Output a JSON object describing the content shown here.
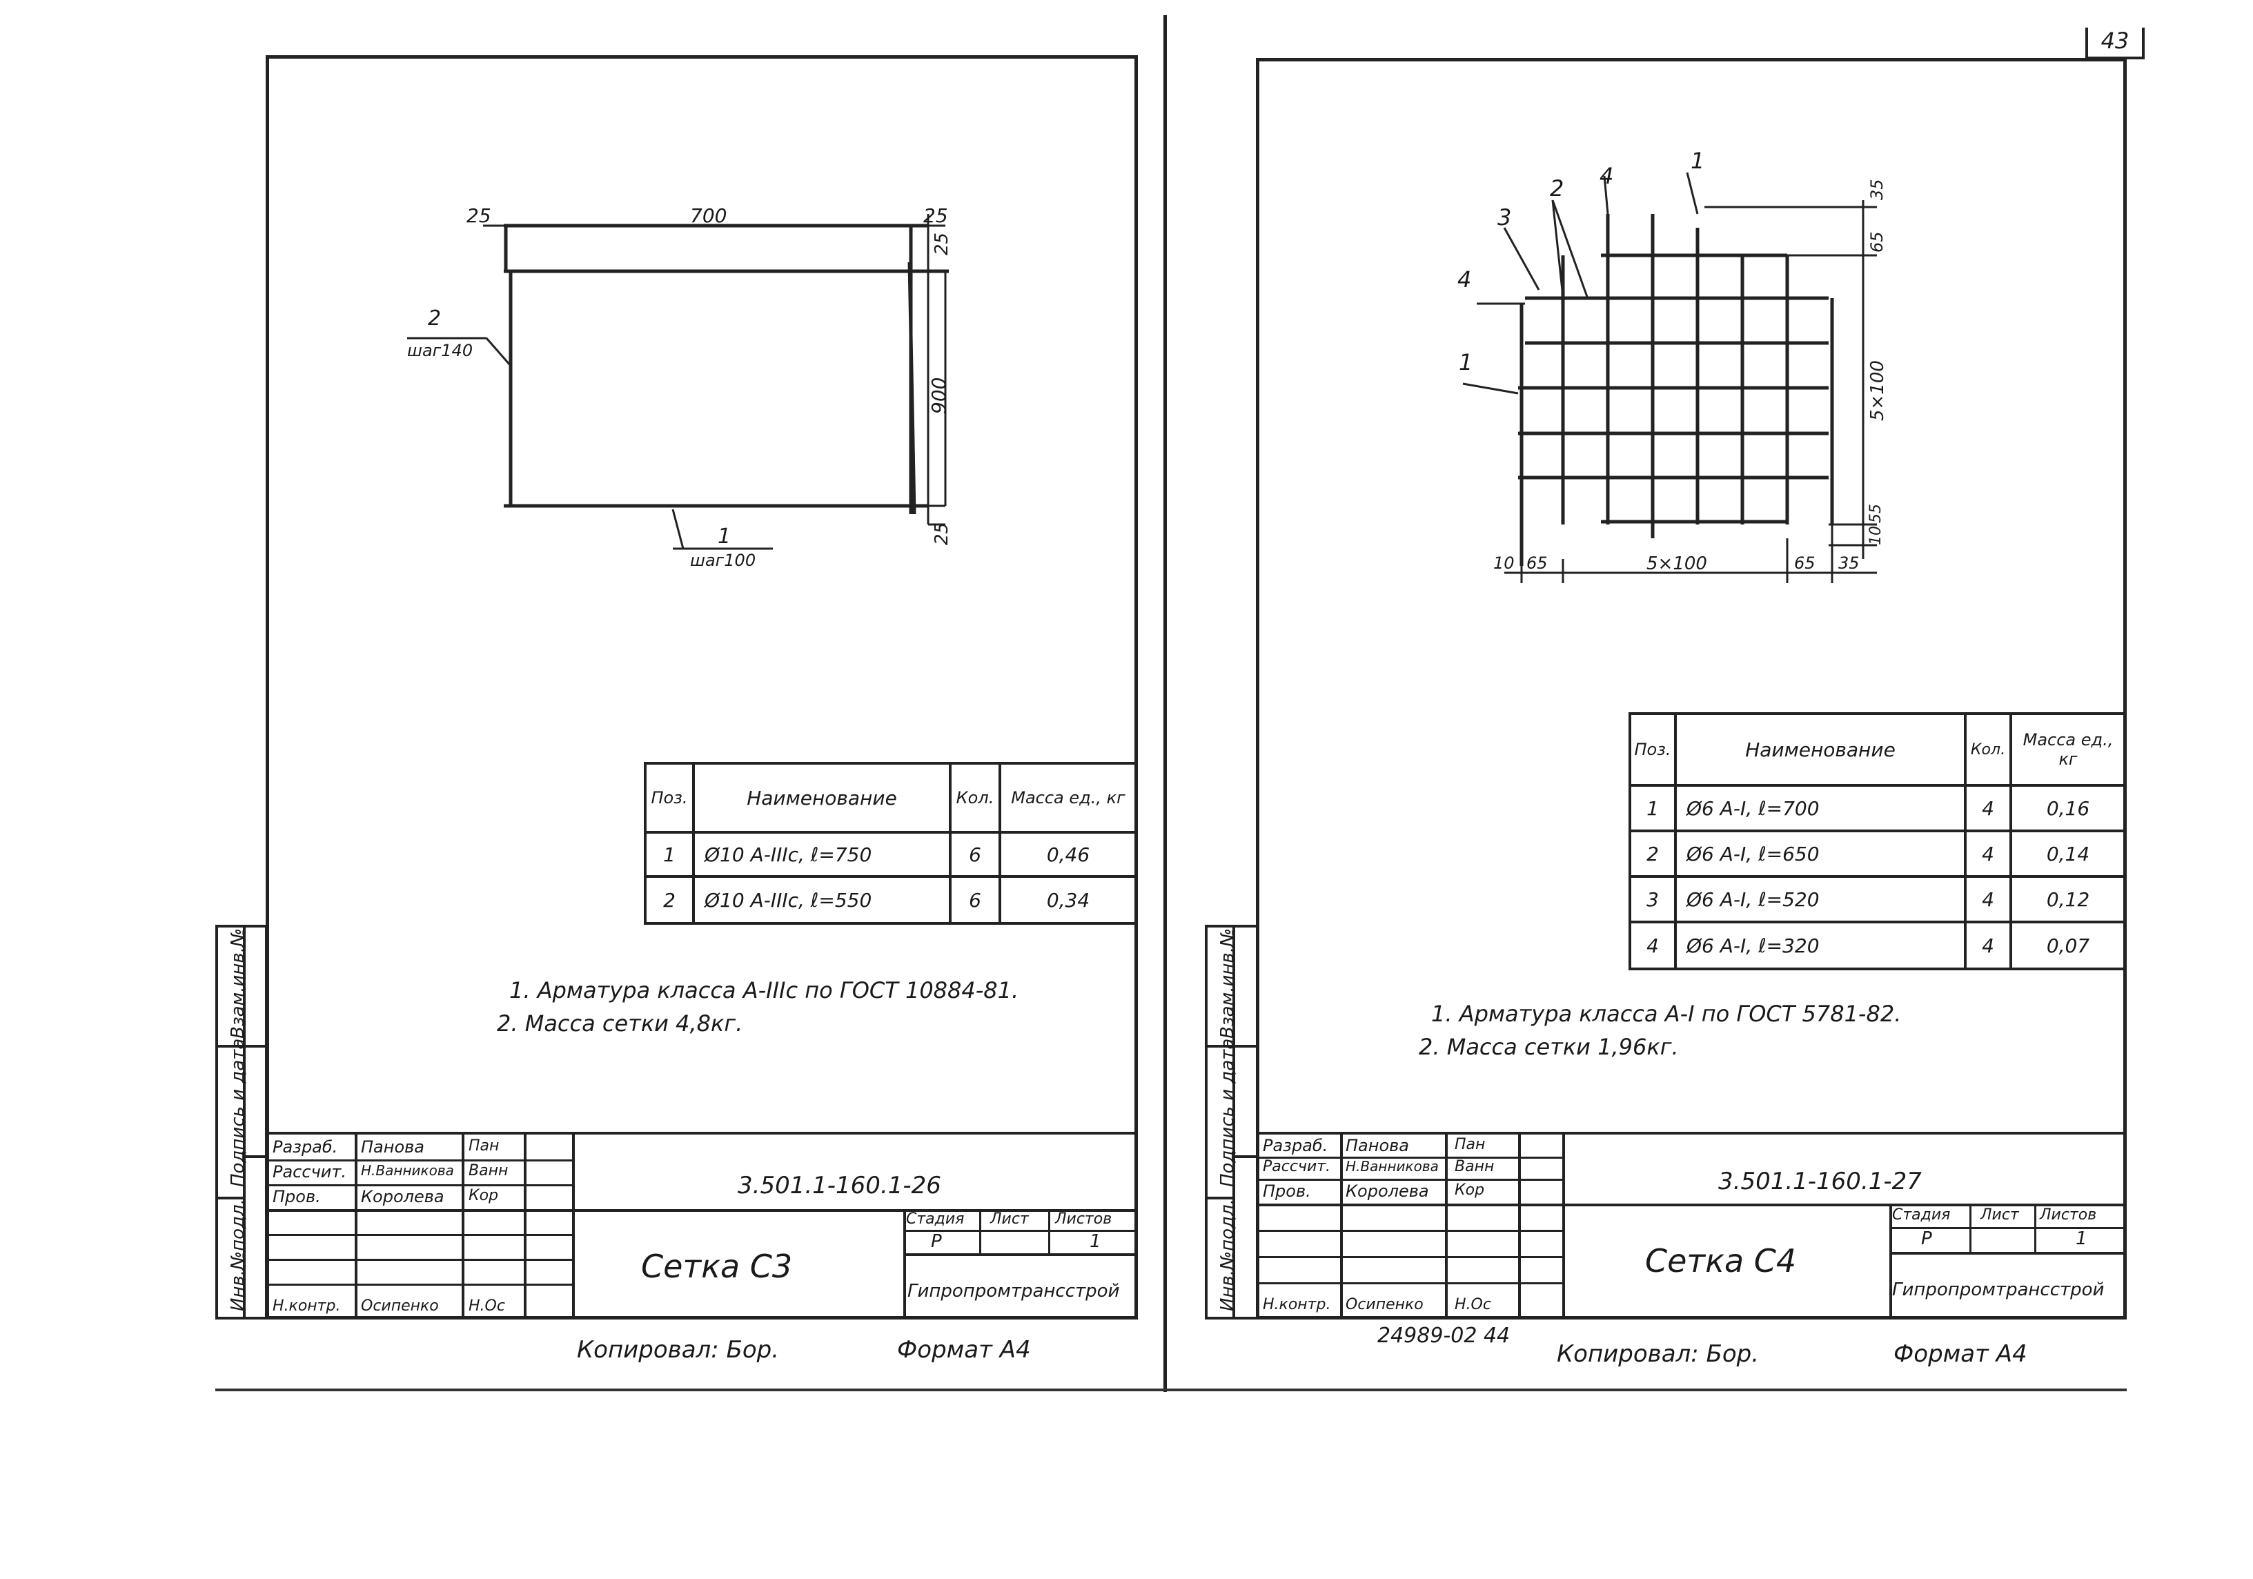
{
  "page_number": "43",
  "footer_code": "24989-02 44",
  "left": {
    "drawing": {
      "top_dim": "700",
      "left_edge_dim": "25",
      "right_edge_dim": "25",
      "right_top_dim": "25",
      "height_dim": "900",
      "bottom_right_dim": "25",
      "pos2_label": "2",
      "pos2_step": "шаг140",
      "pos1_label": "1",
      "pos1_step": "шаг100"
    },
    "spec": {
      "headers": [
        "Поз.",
        "Наименование",
        "Кол.",
        "Масса ед., кг"
      ],
      "rows": [
        [
          "1",
          "Ø10 А-IIIс, ℓ=750",
          "6",
          "0,46"
        ],
        [
          "2",
          "Ø10 А-IIIс, ℓ=550",
          "6",
          "0,34"
        ]
      ]
    },
    "notes": [
      "1. Арматура класса А-IIIс по ГОСТ 10884-81.",
      "2. Масса сетки 4,8кг."
    ],
    "side_labels": [
      "Инв.№подл.",
      "Подпись и дата",
      "Взам.инв.№"
    ],
    "title_block": {
      "roles": [
        "Разраб.",
        "Рассчит.",
        "Пров.",
        "",
        "",
        "",
        "Н.контр."
      ],
      "names": [
        "Панова",
        "Н.Ванникова",
        "Королева",
        "",
        "",
        "",
        "Осипенко"
      ],
      "signs": [
        "Пан",
        "Ванн",
        "Кор",
        "",
        "",
        "",
        "Н.Ос"
      ],
      "doc_code": "3.501.1-160.1-26",
      "title": "Сетка С3",
      "stage_label": "Стадия",
      "sheet_label": "Лист",
      "sheets_label": "Листов",
      "stage_value": "Р",
      "sheets_value": "1",
      "org": "Гипропромтрансстрой"
    },
    "copied": "Копировал: Бор.",
    "format": "Формат А4"
  },
  "right": {
    "drawing": {
      "labels": [
        "1",
        "2",
        "3",
        "4",
        "4",
        "1"
      ],
      "dim_top": "35",
      "dim_65_top": "65",
      "dim_vertical": "5×100",
      "dim_bottom_55": "55",
      "dim_bottom_10": "10",
      "dim_left_10": "10",
      "dim_left_65": "65",
      "dim_horizontal": "5×100",
      "dim_right_65": "65",
      "dim_right_35": "35"
    },
    "spec": {
      "headers": [
        "Поз.",
        "Наименование",
        "Кол.",
        "Масса ед., кг"
      ],
      "rows": [
        [
          "1",
          "Ø6 А-I, ℓ=700",
          "4",
          "0,16"
        ],
        [
          "2",
          "Ø6 А-I, ℓ=650",
          "4",
          "0,14"
        ],
        [
          "3",
          "Ø6 А-I, ℓ=520",
          "4",
          "0,12"
        ],
        [
          "4",
          "Ø6 А-I, ℓ=320",
          "4",
          "0,07"
        ]
      ]
    },
    "notes": [
      "1. Арматура класса А-I по ГОСТ 5781-82.",
      "2. Масса сетки 1,96кг."
    ],
    "side_labels": [
      "Инв.№подл.",
      "Подпись и дата",
      "Взам.инв.№"
    ],
    "title_block": {
      "roles": [
        "Разраб.",
        "Рассчит.",
        "Пров.",
        "",
        "",
        "",
        "Н.контр."
      ],
      "names": [
        "Панова",
        "Н.Ванникова",
        "Королева",
        "",
        "",
        "",
        "Осипенко"
      ],
      "signs": [
        "Пан",
        "Ванн",
        "Кор",
        "",
        "",
        "",
        "Н.Ос"
      ],
      "doc_code": "3.501.1-160.1-27",
      "title": "Сетка С4",
      "stage_label": "Стадия",
      "sheet_label": "Лист",
      "sheets_label": "Листов",
      "stage_value": "Р",
      "sheets_value": "1",
      "org": "Гипропромтрансстрой"
    },
    "copied": "Копировал: Бор.",
    "format": "Формат А4"
  }
}
